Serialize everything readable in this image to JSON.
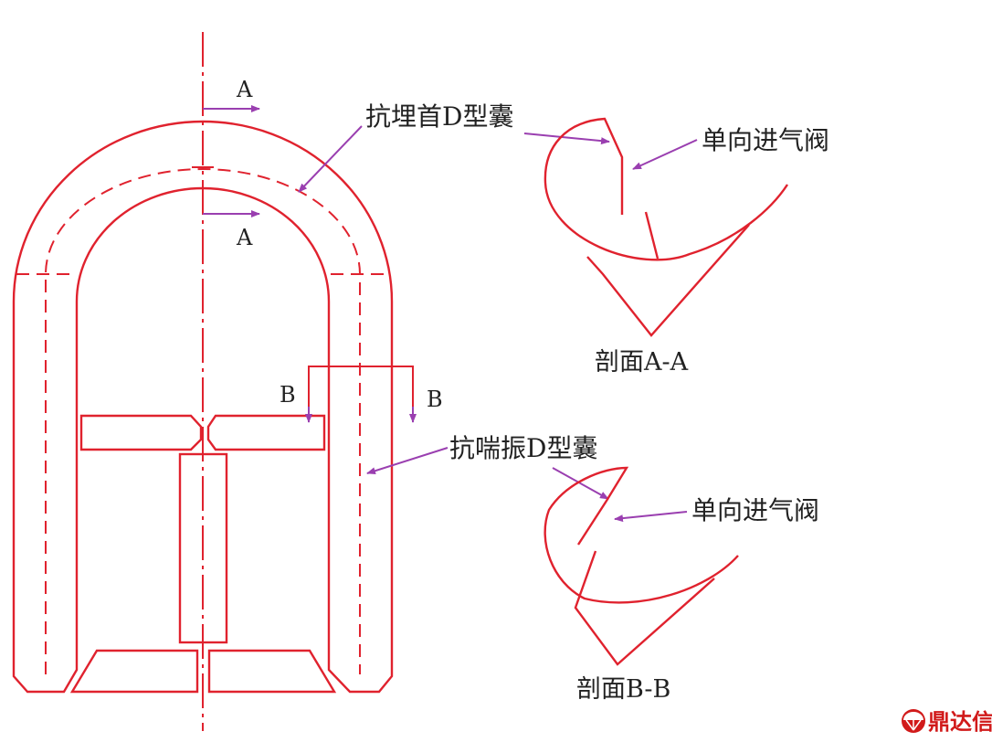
{
  "labels": {
    "section_mark_a_top": "A",
    "section_mark_a_bottom": "A",
    "section_mark_b_left": "B",
    "section_mark_b_right": "B",
    "anti_burial_bag": "抗埋首D型囊",
    "anti_gasp_bag": "抗喘振D型囊",
    "check_valve_a": "单向进气阀",
    "check_valve_b": "单向进气阀",
    "section_a_a": "剖面A-A",
    "section_b_b": "剖面B-B"
  },
  "watermark": {
    "text": "鼎达信",
    "icon": "parachute-logo-icon"
  },
  "colors": {
    "line": "#e0222e",
    "arrow": "#9a3fb0",
    "text": "#222222",
    "logo": "#d11a1a"
  }
}
